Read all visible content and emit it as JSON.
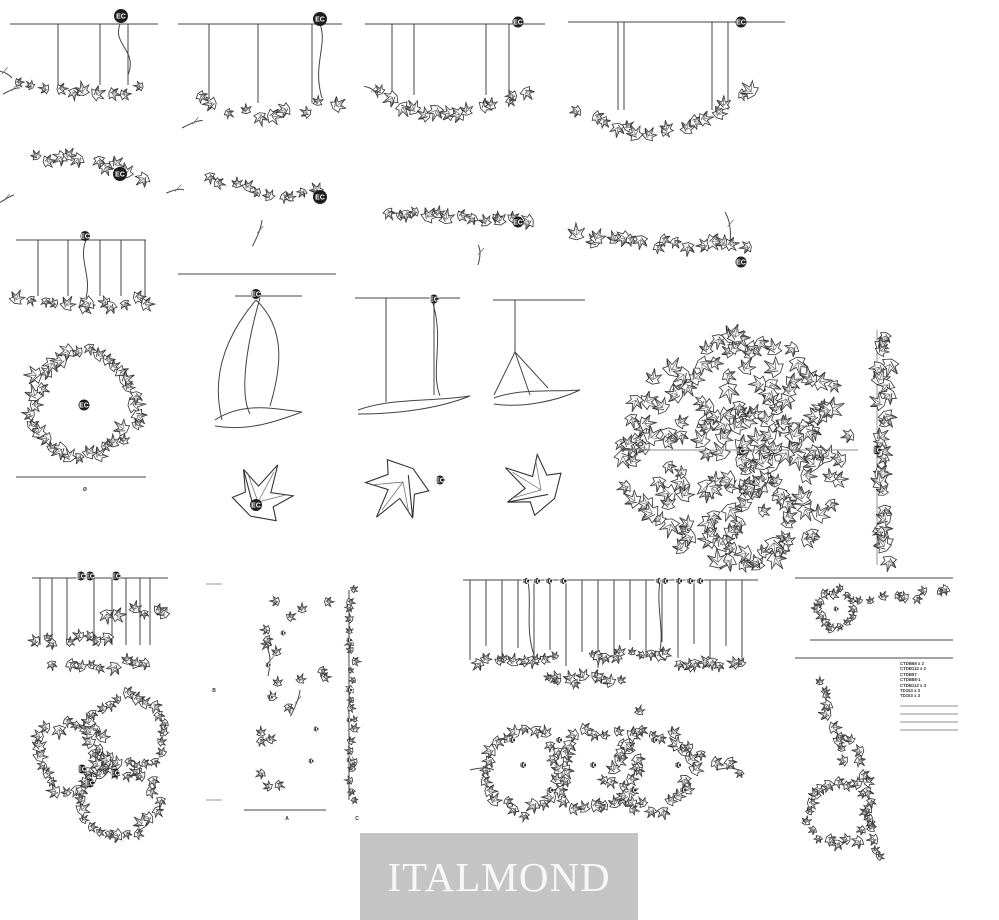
{
  "ec_label": "EC",
  "dimension_labels": {
    "diameter": "Ø",
    "a": "A",
    "b": "B",
    "c": "C"
  },
  "spec_sheet": {
    "codes": [
      "CTDB68 x 2",
      "CTDB112 x 2",
      "CTDB57",
      "CTDB88-1",
      "CTDB112 x 3",
      "TD153 x 3",
      "TD153 x 3"
    ],
    "notes": [
      "",
      "",
      "",
      "",
      "",
      "",
      "",
      ""
    ]
  },
  "watermark": "ITALMOND",
  "colors": {
    "ink": "#333333",
    "ec_badge": "#1d1d1d",
    "watermark_bg": "#c4c4c4",
    "watermark_text": "#f7f7f7"
  }
}
